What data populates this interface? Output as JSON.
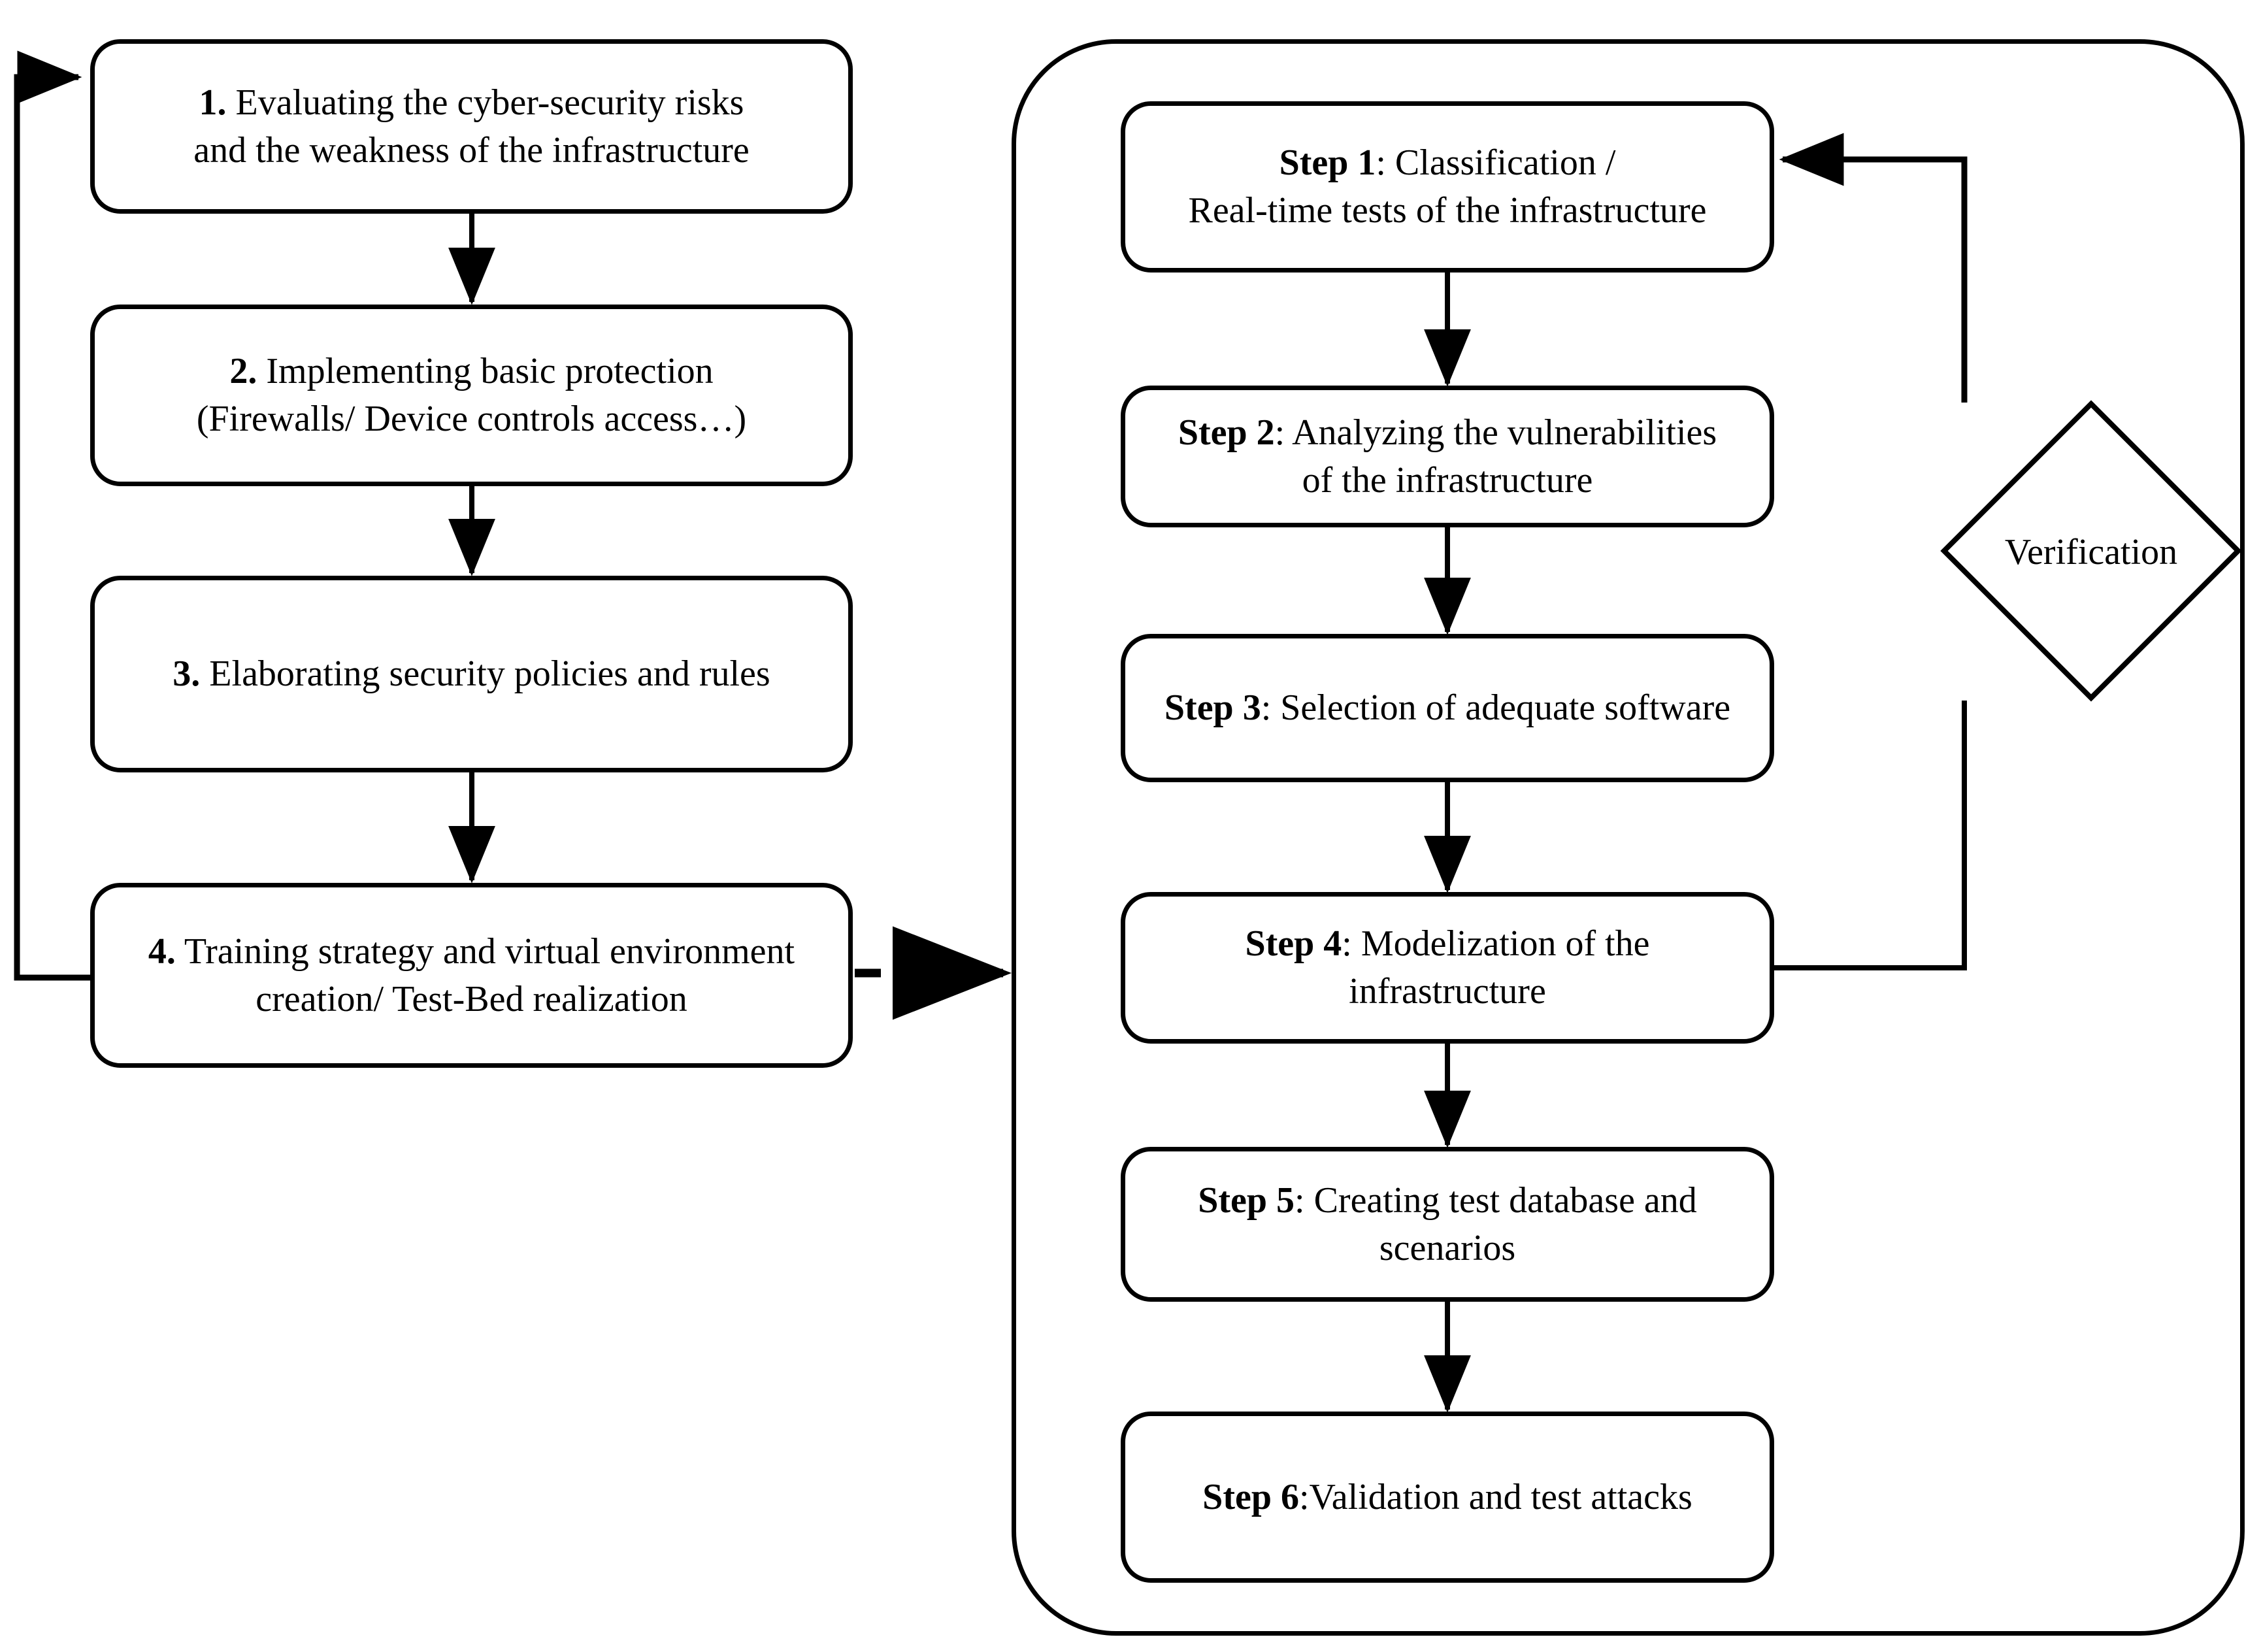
{
  "diagram": {
    "title": "Cyber-security risk management and test-bed methodology flowchart",
    "stroke_color": "#000000",
    "background_color": "#ffffff",
    "left_column": {
      "name": "main-process-steps",
      "steps": [
        {
          "id": "step-1-left",
          "number": "1.",
          "lines": [
            "Evaluating the cyber-security risks",
            "and the weakness of the infrastructure"
          ]
        },
        {
          "id": "step-2-left",
          "number": "2.",
          "lines": [
            "Implementing basic protection",
            "(Firewalls/ Device controls access…)"
          ]
        },
        {
          "id": "step-3-left",
          "number": "3.",
          "lines": [
            "Elaborating security policies and rules"
          ]
        },
        {
          "id": "step-4-left",
          "number": "4.",
          "lines": [
            "Training strategy and virtual environment",
            "creation/ Test-Bed realization"
          ]
        }
      ]
    },
    "right_column": {
      "name": "test-bed-sub-process",
      "steps": [
        {
          "id": "step-1-right",
          "label": "Step 1",
          "separator": ": ",
          "lines": [
            "Classification /",
            "Real-time tests of the infrastructure"
          ]
        },
        {
          "id": "step-2-right",
          "label": "Step 2",
          "separator": ": ",
          "lines": [
            "Analyzing the vulnerabilities",
            "of the infrastructure"
          ]
        },
        {
          "id": "step-3-right",
          "label": "Step 3",
          "separator": ": ",
          "lines": [
            "Selection of adequate software"
          ]
        },
        {
          "id": "step-4-right",
          "label": "Step 4",
          "separator": ": ",
          "lines": [
            "Modelization of the",
            "infrastructure"
          ]
        },
        {
          "id": "step-5-right",
          "label": "Step 5",
          "separator": ": ",
          "lines": [
            "Creating test database and",
            "scenarios"
          ]
        },
        {
          "id": "step-6-right",
          "label": "Step 6",
          "separator": ":",
          "lines": [
            "Validation and test attacks"
          ]
        }
      ]
    },
    "decision": {
      "id": "verification-decision",
      "label": "Verification",
      "shape": "diamond"
    },
    "connectors": [
      {
        "id": "left-1-to-2",
        "type": "solid-arrow",
        "direction": "down"
      },
      {
        "id": "left-2-to-3",
        "type": "solid-arrow",
        "direction": "down"
      },
      {
        "id": "left-3-to-4",
        "type": "solid-arrow",
        "direction": "down"
      },
      {
        "id": "left-4-to-1-feedback",
        "type": "solid-arrow",
        "direction": "left-up-right"
      },
      {
        "id": "left-4-to-testbed",
        "type": "dashed-arrow",
        "direction": "right"
      },
      {
        "id": "right-1-to-2",
        "type": "solid-arrow",
        "direction": "down"
      },
      {
        "id": "right-2-to-3",
        "type": "solid-arrow",
        "direction": "down"
      },
      {
        "id": "right-3-to-4",
        "type": "solid-arrow",
        "direction": "down"
      },
      {
        "id": "right-4-to-5",
        "type": "solid-arrow",
        "direction": "down"
      },
      {
        "id": "right-5-to-6",
        "type": "solid-arrow",
        "direction": "down"
      },
      {
        "id": "right-4-to-verification",
        "type": "solid-line",
        "direction": "right-up"
      },
      {
        "id": "verification-to-right-1",
        "type": "solid-arrow",
        "direction": "up-left"
      }
    ]
  }
}
